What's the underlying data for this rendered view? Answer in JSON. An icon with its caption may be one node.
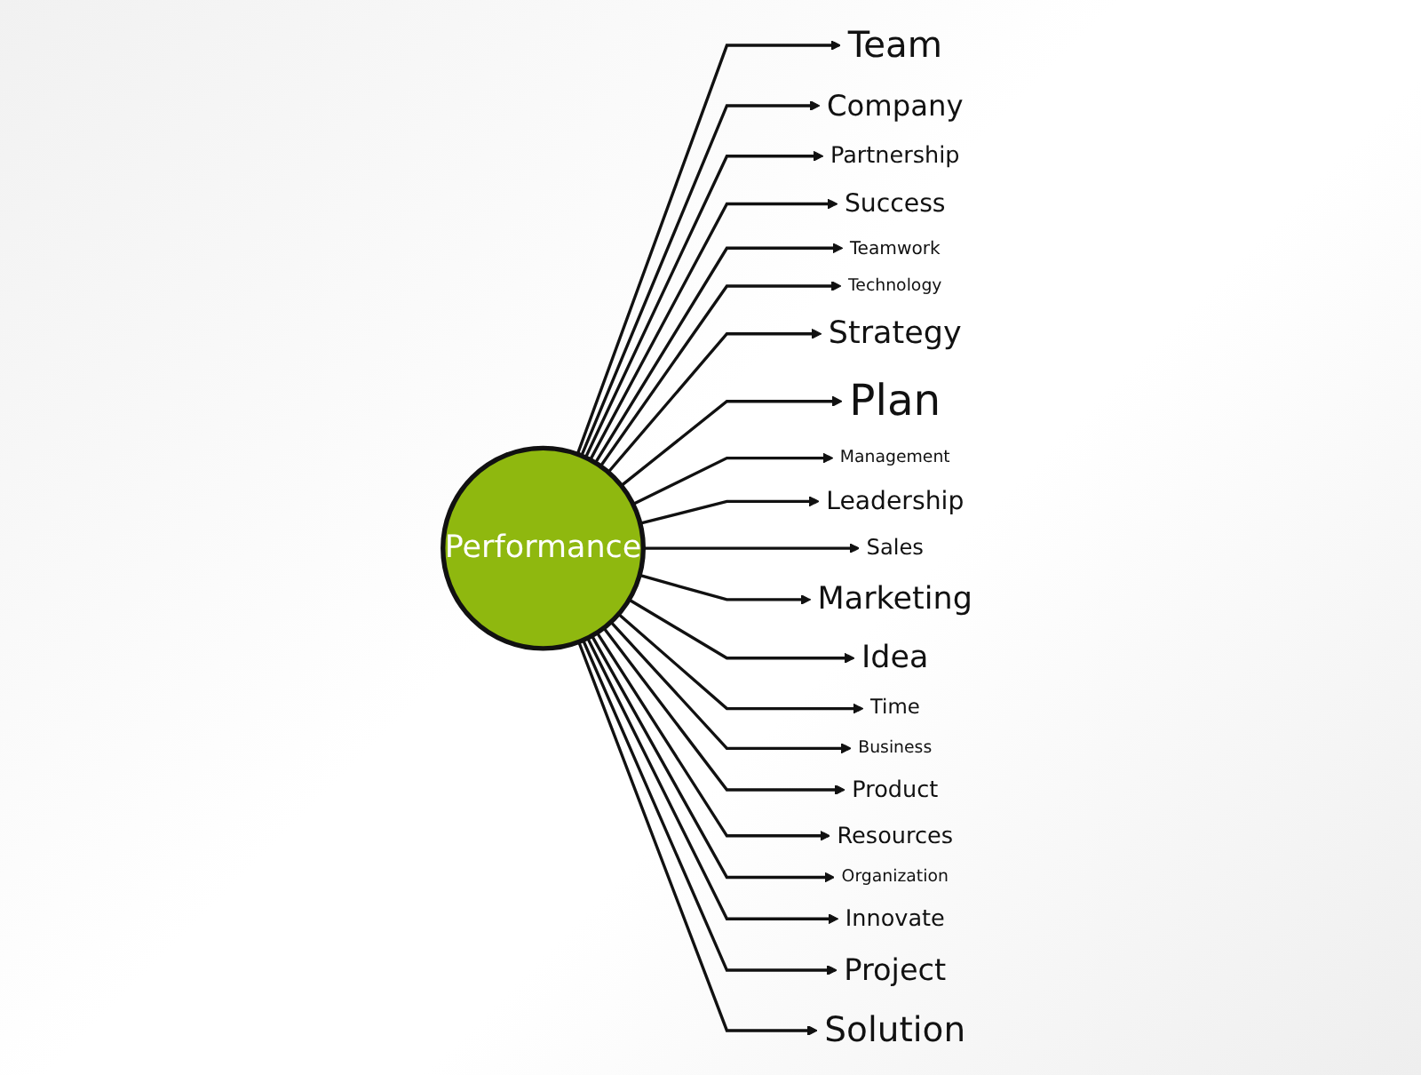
{
  "diagram": {
    "nodes": [
      {
        "text": [
          "Performance"
        ]
      },
      {
        "text": [
          "Team"
        ]
      },
      {
        "text": [
          "Company"
        ]
      },
      {
        "text": [
          "Partnership"
        ]
      },
      {
        "text": [
          "Success"
        ]
      },
      {
        "text": [
          "Teamwork"
        ]
      },
      {
        "text": [
          "Technology"
        ]
      },
      {
        "text": [
          "Strategy"
        ]
      },
      {
        "text": [
          "Plan"
        ]
      },
      {
        "text": [
          "Management"
        ]
      },
      {
        "text": [
          "Leadership"
        ]
      },
      {
        "text": [
          "Sales"
        ]
      },
      {
        "text": [
          "Marketing"
        ]
      },
      {
        "text": [
          "Idea"
        ]
      },
      {
        "text": [
          "Time"
        ]
      },
      {
        "text": [
          "Business"
        ]
      },
      {
        "text": [
          "Product"
        ]
      },
      {
        "text": [
          "Resources"
        ]
      },
      {
        "text": [
          "Organization"
        ]
      },
      {
        "text": [
          "Innovate"
        ]
      },
      {
        "text": [
          "Project"
        ]
      },
      {
        "text": [
          "Solution"
        ]
      }
    ],
    "edges": [
      {
        "from": 0,
        "to": 1,
        "arrow": "to"
      },
      {
        "from": 0,
        "to": 2,
        "arrow": "to"
      },
      {
        "from": 0,
        "to": 3,
        "arrow": "to"
      },
      {
        "from": 0,
        "to": 4,
        "arrow": "to"
      },
      {
        "from": 0,
        "to": 5,
        "arrow": "to"
      },
      {
        "from": 0,
        "to": 6,
        "arrow": "to"
      },
      {
        "from": 0,
        "to": 7,
        "arrow": "to"
      },
      {
        "from": 0,
        "to": 8,
        "arrow": "to"
      },
      {
        "from": 0,
        "to": 9,
        "arrow": "to"
      },
      {
        "from": 0,
        "to": 10,
        "arrow": "to"
      },
      {
        "from": 0,
        "to": 11,
        "arrow": "to"
      },
      {
        "from": 0,
        "to": 12,
        "arrow": "to"
      },
      {
        "from": 0,
        "to": 13,
        "arrow": "to"
      },
      {
        "from": 0,
        "to": 14,
        "arrow": "to"
      },
      {
        "from": 0,
        "to": 15,
        "arrow": "to"
      },
      {
        "from": 0,
        "to": 16,
        "arrow": "to"
      },
      {
        "from": 0,
        "to": 17,
        "arrow": "to"
      },
      {
        "from": 0,
        "to": 18,
        "arrow": "to"
      },
      {
        "from": 0,
        "to": 19,
        "arrow": "to"
      },
      {
        "from": 0,
        "to": 20,
        "arrow": "to"
      },
      {
        "from": 0,
        "to": 21,
        "arrow": "to"
      }
    ]
  }
}
